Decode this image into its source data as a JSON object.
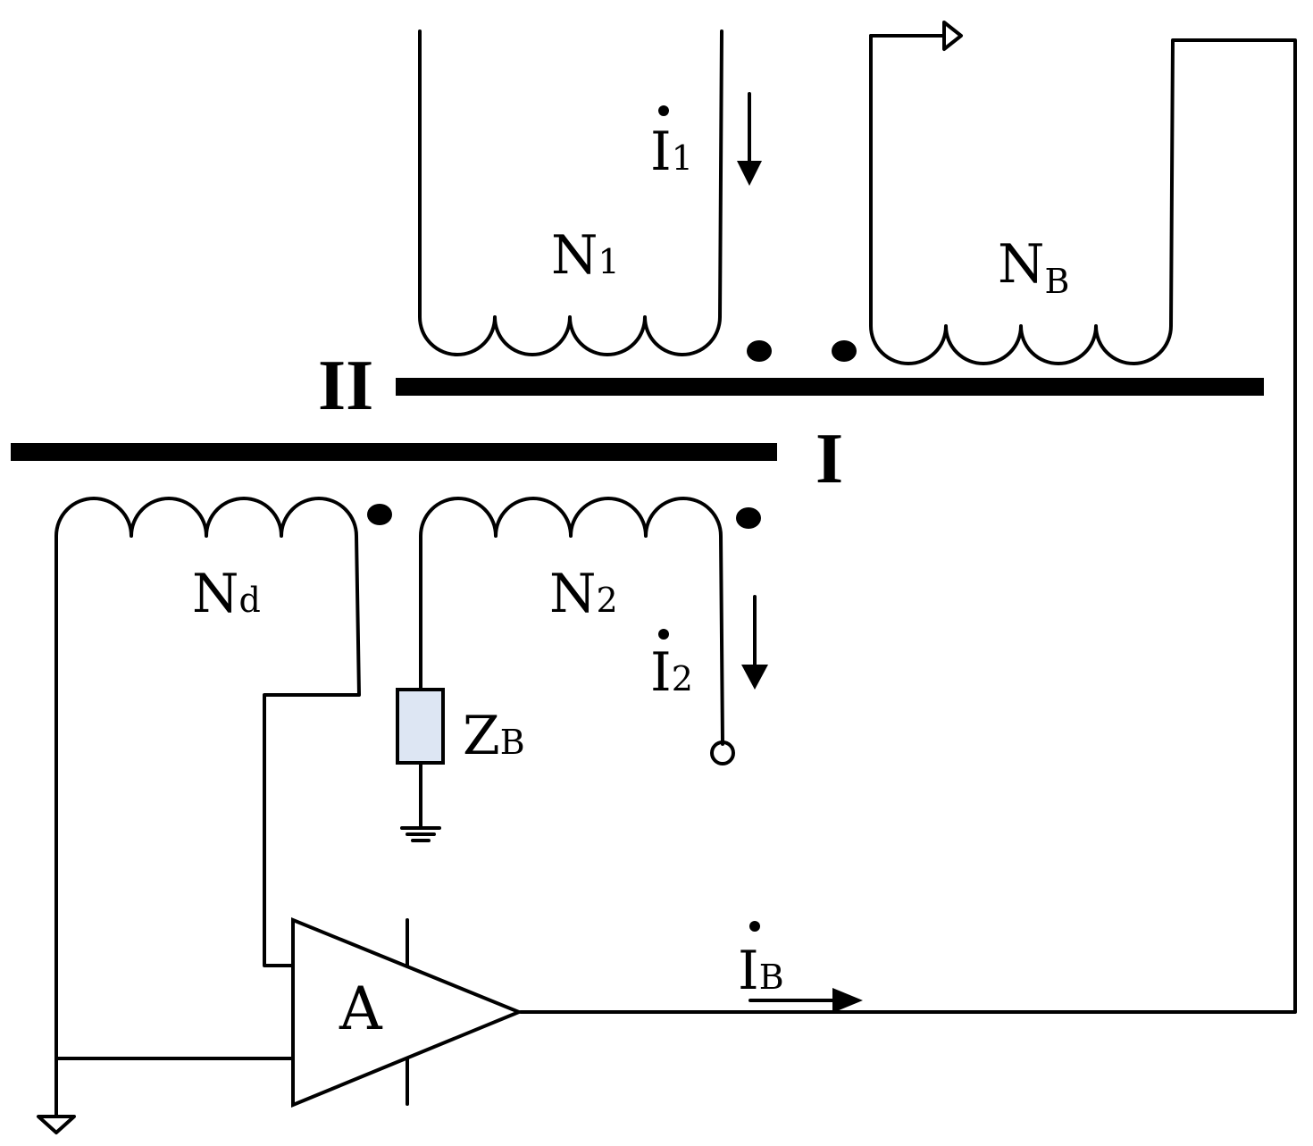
{
  "colors": {
    "line": "#000000",
    "resistor_fill": "#dde6f3",
    "background": "#ffffff"
  },
  "labels": {
    "core_II": "II",
    "core_I": "I",
    "winding_N1_main": "N",
    "winding_N1_sub": "1",
    "winding_NB_main": "N",
    "winding_NB_sub": "B",
    "winding_Nd_main": "N",
    "winding_Nd_sub": "d",
    "winding_N2_main": "N",
    "winding_N2_sub": "2",
    "current_i1_main": "I",
    "current_i1_sub": "1",
    "current_i2_main": "I",
    "current_i2_sub": "2",
    "current_iB_main": "I",
    "current_iB_sub": "B",
    "impedance_main": "Z",
    "impedance_sub": "B",
    "amplifier": "A"
  }
}
